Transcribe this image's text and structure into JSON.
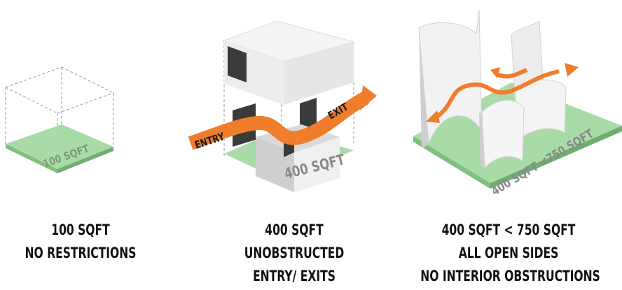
{
  "panels": [
    {
      "floor_label": "100 SQFT",
      "caption": [
        "100 SQFT",
        "NO RESTRICTIONS"
      ]
    },
    {
      "floor_label": "400 SQFT",
      "arrow_labels": {
        "entry": "ENTRY",
        "exit": "EXIT"
      },
      "caption": [
        "400 SQFT",
        "UNOBSTRUCTED",
        "ENTRY/ EXITS"
      ]
    },
    {
      "floor_label": "400 SQFT <750 SQFT",
      "caption": [
        "400 SQFT < 750 SQFT",
        "ALL OPEN SIDES",
        "NO INTERIOR OBSTRUCTIONS"
      ]
    }
  ],
  "colors": {
    "floor_green": "#a8dba8",
    "arrow_orange": "#f07d2c",
    "wall_white": "#f2f2f2",
    "wall_shadow": "#cfcfcf",
    "dark_panel": "#3a3a3a"
  }
}
